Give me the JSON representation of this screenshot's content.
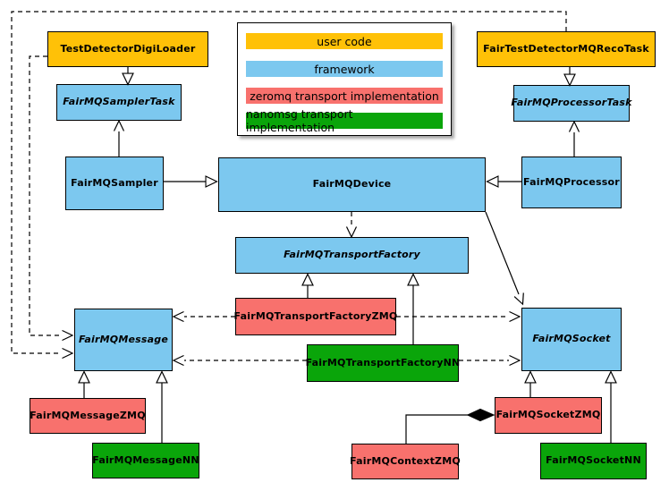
{
  "diagram": {
    "kind": "uml-class-diagram",
    "nodes": [
      {
        "id": "TestDetectorDigiLoader",
        "label": "TestDetectorDigiLoader",
        "category": "user-code",
        "abstract": false
      },
      {
        "id": "FairTestDetectorMQRecoTask",
        "label": "FairTestDetectorMQRecoTask",
        "category": "user-code",
        "abstract": false
      },
      {
        "id": "FairMQSamplerTask",
        "label": "FairMQSamplerTask",
        "category": "framework",
        "abstract": true
      },
      {
        "id": "FairMQProcessorTask",
        "label": "FairMQProcessorTask",
        "category": "framework",
        "abstract": true
      },
      {
        "id": "FairMQSampler",
        "label": "FairMQSampler",
        "category": "framework",
        "abstract": false
      },
      {
        "id": "FairMQDevice",
        "label": "FairMQDevice",
        "category": "framework",
        "abstract": false
      },
      {
        "id": "FairMQProcessor",
        "label": "FairMQProcessor",
        "category": "framework",
        "abstract": false
      },
      {
        "id": "FairMQTransportFactory",
        "label": "FairMQTransportFactory",
        "category": "framework",
        "abstract": true
      },
      {
        "id": "FairMQTransportFactoryZMQ",
        "label": "FairMQTransportFactoryZMQ",
        "category": "zeromq",
        "abstract": false
      },
      {
        "id": "FairMQTransportFactoryNN",
        "label": "FairMQTransportFactoryNN",
        "category": "nanomsg",
        "abstract": false
      },
      {
        "id": "FairMQMessage",
        "label": "FairMQMessage",
        "category": "framework",
        "abstract": true
      },
      {
        "id": "FairMQSocket",
        "label": "FairMQSocket",
        "category": "framework",
        "abstract": true
      },
      {
        "id": "FairMQMessageZMQ",
        "label": "FairMQMessageZMQ",
        "category": "zeromq",
        "abstract": false
      },
      {
        "id": "FairMQMessageNN",
        "label": "FairMQMessageNN",
        "category": "nanomsg",
        "abstract": false
      },
      {
        "id": "FairMQSocketZMQ",
        "label": "FairMQSocketZMQ",
        "category": "zeromq",
        "abstract": false
      },
      {
        "id": "FairMQSocketNN",
        "label": "FairMQSocketNN",
        "category": "nanomsg",
        "abstract": false
      },
      {
        "id": "FairMQContextZMQ",
        "label": "FairMQContextZMQ",
        "category": "zeromq",
        "abstract": false
      }
    ],
    "legend": {
      "items": [
        {
          "label": "user code",
          "color": "#FFC107"
        },
        {
          "label": "framework",
          "color": "#7CC8EF"
        },
        {
          "label": "zeromq transport implementation",
          "color": "#F8716D"
        },
        {
          "label": "nanomsg transport implementation",
          "color": "#0AA50A"
        }
      ]
    },
    "palette": {
      "user_code": "#FFC107",
      "framework": "#7CC8EF",
      "zeromq": "#F8716D",
      "nanomsg": "#0AA50A",
      "line": "#000000",
      "background": "#FFFFFF"
    },
    "edges": [
      {
        "from": "TestDetectorDigiLoader",
        "to": "FairMQSamplerTask",
        "line": "solid",
        "head": "hollow-triangle"
      },
      {
        "from": "FairMQSampler",
        "to": "FairMQSamplerTask",
        "line": "solid",
        "head": "open-arrow"
      },
      {
        "from": "FairMQSampler",
        "to": "FairMQDevice",
        "line": "solid",
        "head": "hollow-triangle"
      },
      {
        "from": "FairTestDetectorMQRecoTask",
        "to": "FairMQProcessorTask",
        "line": "solid",
        "head": "hollow-triangle"
      },
      {
        "from": "FairMQProcessor",
        "to": "FairMQProcessorTask",
        "line": "solid",
        "head": "open-arrow"
      },
      {
        "from": "FairMQProcessor",
        "to": "FairMQDevice",
        "line": "solid",
        "head": "hollow-triangle"
      },
      {
        "from": "FairMQDevice",
        "to": "FairMQTransportFactory",
        "line": "dashed",
        "head": "open-arrow"
      },
      {
        "from": "FairMQDevice",
        "to": "FairMQSocket",
        "line": "solid",
        "head": "open-arrow"
      },
      {
        "from": "FairMQTransportFactoryZMQ",
        "to": "FairMQTransportFactory",
        "line": "solid",
        "head": "hollow-triangle"
      },
      {
        "from": "FairMQTransportFactoryNN",
        "to": "FairMQTransportFactory",
        "line": "solid",
        "head": "hollow-triangle"
      },
      {
        "from": "FairMQTransportFactoryZMQ",
        "to": "FairMQMessage",
        "line": "dashed",
        "head": "open-arrow"
      },
      {
        "from": "FairMQTransportFactoryZMQ",
        "to": "FairMQSocket",
        "line": "dashed",
        "head": "open-arrow"
      },
      {
        "from": "FairMQTransportFactoryNN",
        "to": "FairMQMessage",
        "line": "dashed",
        "head": "open-arrow"
      },
      {
        "from": "FairMQTransportFactoryNN",
        "to": "FairMQSocket",
        "line": "dashed",
        "head": "open-arrow"
      },
      {
        "from": "TestDetectorDigiLoader",
        "to": "FairMQMessage",
        "line": "dashed",
        "head": "open-arrow"
      },
      {
        "from": "FairTestDetectorMQRecoTask",
        "to": "FairMQMessage",
        "line": "dashed",
        "head": "open-arrow"
      },
      {
        "from": "FairMQMessageZMQ",
        "to": "FairMQMessage",
        "line": "solid",
        "head": "hollow-triangle"
      },
      {
        "from": "FairMQMessageNN",
        "to": "FairMQMessage",
        "line": "solid",
        "head": "hollow-triangle"
      },
      {
        "from": "FairMQSocketZMQ",
        "to": "FairMQSocket",
        "line": "solid",
        "head": "hollow-triangle"
      },
      {
        "from": "FairMQSocketNN",
        "to": "FairMQSocket",
        "line": "solid",
        "head": "hollow-triangle"
      },
      {
        "from": "FairMQContextZMQ",
        "to": "FairMQSocketZMQ",
        "line": "solid",
        "head": "filled-diamond"
      }
    ]
  }
}
